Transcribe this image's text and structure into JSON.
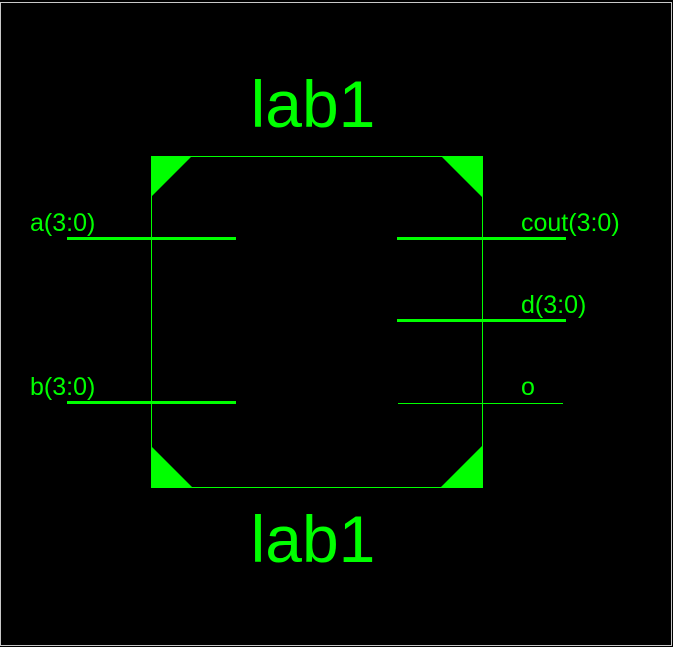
{
  "symbol": {
    "name_top": "lab1",
    "name_bottom": "lab1"
  },
  "ports": {
    "inputs": [
      {
        "label": "a(3:0)",
        "bus": true
      },
      {
        "label": "b(3:0)",
        "bus": true
      }
    ],
    "outputs": [
      {
        "label": "cout(3:0)",
        "bus": true
      },
      {
        "label": "d(3:0)",
        "bus": true
      },
      {
        "label": "o",
        "bus": false
      }
    ]
  },
  "colors": {
    "background": "#000000",
    "foreground": "#00ff00",
    "frame": "#c8c8c8"
  }
}
